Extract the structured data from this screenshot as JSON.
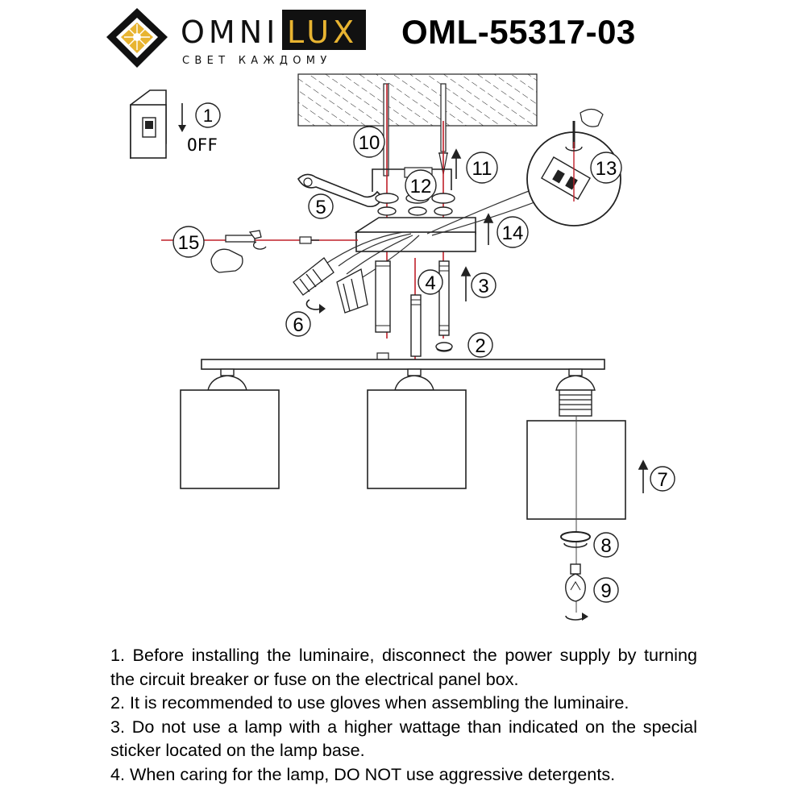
{
  "header": {
    "brand_left": "OMNI",
    "brand_right": "LUX",
    "tagline": "СВЕТ КАЖДОМУ",
    "model": "OML-55317-03"
  },
  "colors": {
    "brand_gold": "#e8b431",
    "line": "#222222",
    "axis_red": "#c0202a"
  },
  "diagram": {
    "off_label": "OFF",
    "step_numbers": [
      "1",
      "2",
      "3",
      "4",
      "5",
      "6",
      "7",
      "8",
      "9",
      "10",
      "11",
      "12",
      "13",
      "14",
      "15"
    ]
  },
  "notes": [
    "1. Before installing the luminaire, disconnect the power supply by turning the circuit breaker or fuse on the electrical panel box.",
    "2. It is recommended to use gloves when assembling the luminaire.",
    "3. Do not use a lamp with a higher wattage than indicated on the special sticker located on the lamp base.",
    "4. When caring for the lamp, DO NOT use aggressive detergents."
  ]
}
